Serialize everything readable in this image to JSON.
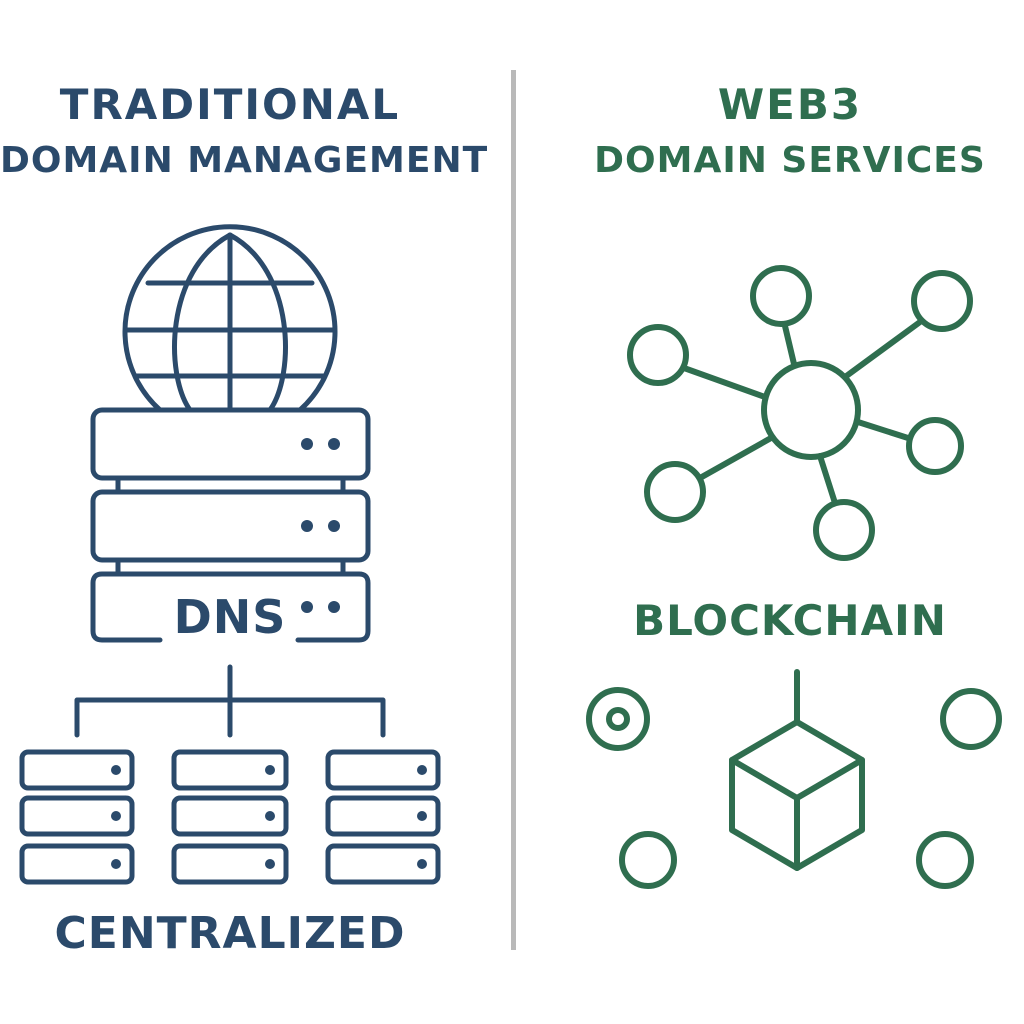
{
  "colors": {
    "traditional": "#2b4a6b",
    "web3": "#2f6e4f",
    "divider": "#b9b9b9",
    "background": "#ffffff"
  },
  "left": {
    "title_line1": "TRADITIONAL",
    "title_line2": "DOMAIN MANAGEMENT",
    "server_stack_label": "DNS",
    "caption": "CENTRALIZED",
    "icons": [
      "globe-icon",
      "server-stack-icon",
      "server-icon"
    ]
  },
  "right": {
    "title_line1": "WEB3",
    "title_line2": "DOMAIN SERVICES",
    "caption": "BLOCKCHAIN",
    "icons": [
      "network-icon",
      "cube-icon",
      "node-icon"
    ]
  }
}
